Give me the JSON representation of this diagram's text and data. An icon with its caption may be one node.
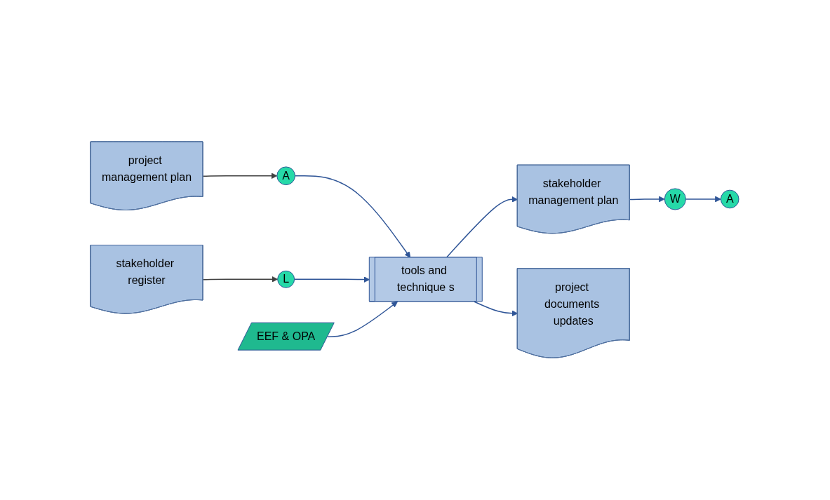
{
  "diagram": {
    "nodes": [
      {
        "text": [
          "project management plan"
        ]
      },
      {
        "text": [
          "A"
        ]
      },
      {
        "text": [
          "stakeholder register"
        ]
      },
      {
        "text": [
          "L"
        ]
      },
      {
        "text": [
          "EEF & OPA"
        ]
      },
      {
        "text": [
          "tools and technique s"
        ]
      },
      {
        "text": [
          "stakeholder management plan"
        ]
      },
      {
        "text": [
          "W"
        ]
      },
      {
        "text": [
          "A"
        ]
      },
      {
        "text": [
          "project documents updates"
        ]
      }
    ],
    "edges": [
      {
        "from": 0,
        "to": 1,
        "arrow": "to",
        "color": "#404040"
      },
      {
        "from": 2,
        "to": 3,
        "arrow": "to",
        "color": "#404040"
      },
      {
        "from": 1,
        "to": 5,
        "arrow": "to"
      },
      {
        "from": 3,
        "to": 5,
        "arrow": "to"
      },
      {
        "from": 4,
        "to": 5,
        "arrow": "to"
      },
      {
        "from": 5,
        "to": 6,
        "arrow": "to"
      },
      {
        "from": 5,
        "to": 9,
        "arrow": "to"
      },
      {
        "from": 6,
        "to": 7,
        "arrow": "to"
      },
      {
        "from": 7,
        "to": 8,
        "arrow": "to"
      }
    ]
  }
}
